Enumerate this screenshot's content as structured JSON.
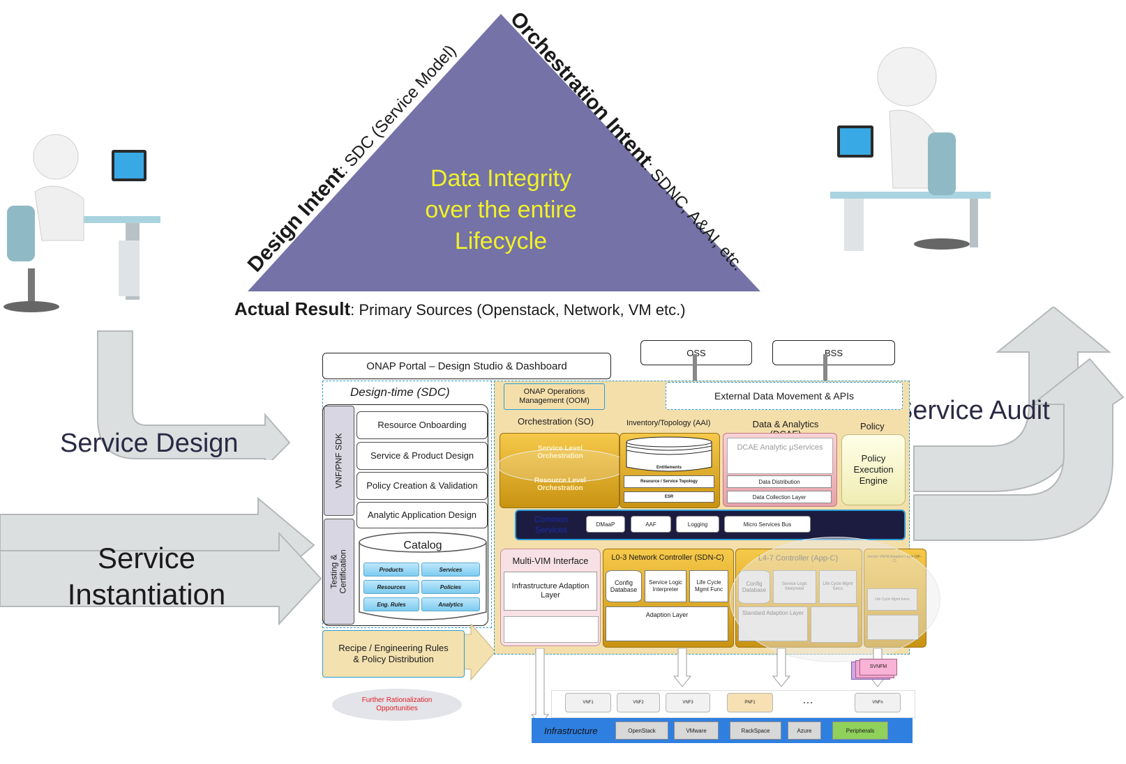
{
  "triangle": {
    "center_lines": [
      "Data Integrity",
      "over the entire",
      "Lifecycle"
    ],
    "design_label": "Design Intent",
    "design_detail": ": SDC (Service Model)",
    "orch_label": "Orchestration Intent",
    "orch_detail": ": SDNC, A&AI, etc.",
    "actual_label": "Actual Result",
    "actual_detail": ": Primary Sources (Openstack, Network, VM etc.)",
    "fill_color": "#7472a6",
    "text_color": "#f1f12a"
  },
  "flows": {
    "service_design": "Service Design",
    "service_instantiation_1": "Service",
    "service_instantiation_2": "Instantiation",
    "service_audit": "Service Audit"
  },
  "portal": {
    "title": "ONAP Portal – Design Studio & Dashboard"
  },
  "oss": "OSS",
  "bss": "BSS",
  "design_time": {
    "title": "Design-time (SDC)",
    "sdk_label": "VNF/PNF SDK",
    "testing_label": "Testing & Certification",
    "items": [
      "Resource Onboarding",
      "Service & Product Design",
      "Policy Creation & Validation",
      "Analytic Application Design"
    ],
    "catalog": {
      "title": "Catalog",
      "chips": [
        "Products",
        "Services",
        "Resources",
        "Policies",
        "Eng. Rules",
        "Analytics"
      ]
    }
  },
  "recipe": "Recipe / Engineering Rules & Policy Distribution",
  "further": "Further Rationalization Opportunities",
  "oom": "ONAP Operations Management (OOM)",
  "external": "External Data Movement & APIs",
  "runtime": {
    "orchestration": {
      "title": "Orchestration (SO)",
      "service_level": "Service Level Orchestration",
      "resource_level": "Resource Level Orchestration"
    },
    "inventory": {
      "title": "Inventory/Topology (AAI)",
      "entitlements": "Entitlements",
      "topology": "Resource / Service Topology",
      "esr": "ESR"
    },
    "dcae": {
      "title": "Data & Analytics (DCAE)",
      "services": "DCAE Analytic µServices",
      "distribution": "Data Distribution",
      "collection": "Data Collection Layer"
    },
    "policy": {
      "title": "Policy",
      "engine": "Policy Execution Engine"
    },
    "common": {
      "title": "Common Services",
      "chips": [
        "DMaaP",
        "AAF",
        "Logging",
        "Micro Services Bus"
      ]
    },
    "multivim": {
      "title": "Multi-VIM Interface",
      "layer": "Infrastructure Adaption Layer"
    },
    "sdnc": {
      "title": "L0-3 Network Controller (SDN-C)",
      "config": "Config Database",
      "sli": "Service Logic Interpreter",
      "lcm": "Life Cycle Mgmt Func",
      "adaption": "Adaption Layer"
    },
    "appc": {
      "title": "L4-7 Controller (App-C)",
      "config": "Config Database",
      "sli": "Service Logic Interpreter",
      "lcm": "Life Cycle Mgmt funcs",
      "adaption": "Standard Adaption Layer"
    },
    "vfc": {
      "title": "Vendor VNFM Adaption Layer (VF-C)",
      "lcm": "Life Cycle Mgmt funcs"
    }
  },
  "svnfm": "SVNFM",
  "vnfs": [
    "VNF1",
    "VNF2",
    "VNF3",
    "PNF1",
    "…",
    "VNFn"
  ],
  "infrastructure": {
    "label": "Infrastructure",
    "chips": [
      "OpenStack",
      "VMware",
      "RackSpace",
      "Azure",
      "Peripherals"
    ]
  }
}
